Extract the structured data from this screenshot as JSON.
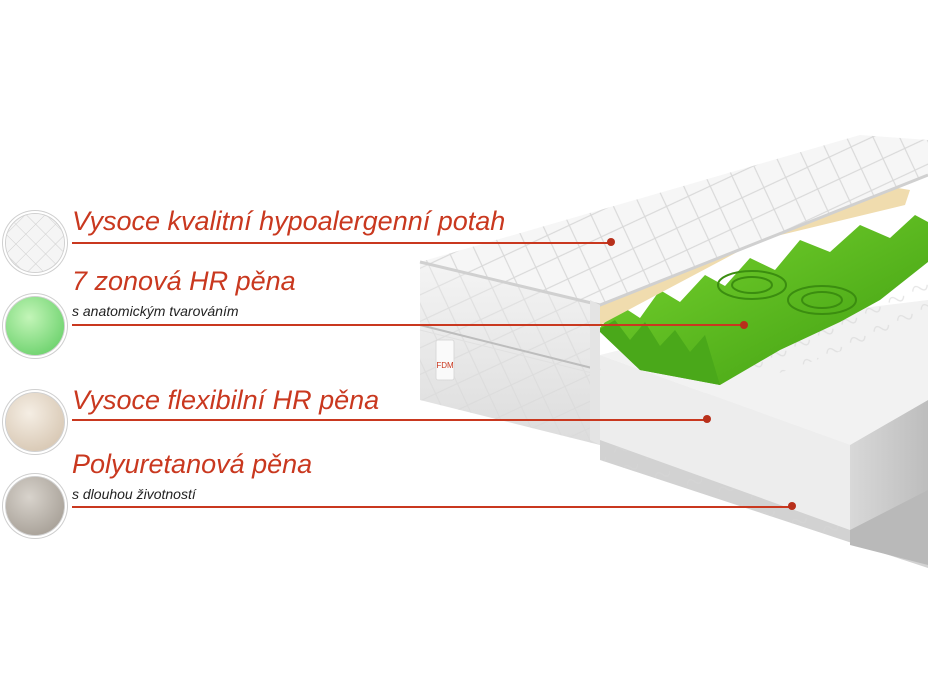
{
  "layers": [
    {
      "id": "cover",
      "title": "Vysoce kvalitní hypoalergenní potah",
      "subtitle": "",
      "swatch_color": "#f2f2f2",
      "swatch_icon": "quilted-fabric-swatch-icon"
    },
    {
      "id": "zone-foam",
      "title": "7 zonová HR pěna",
      "subtitle": "s anatomickým tvarováním",
      "swatch_color": "#9ee89e",
      "swatch_icon": "green-foam-swatch-icon"
    },
    {
      "id": "flex-foam",
      "title": "Vysoce flexibilní HR pěna",
      "subtitle": "",
      "swatch_color": "#e8ddd0",
      "swatch_icon": "beige-foam-swatch-icon"
    },
    {
      "id": "pu-foam",
      "title": "Polyuretanová pěna",
      "subtitle": "s dlouhou životností",
      "swatch_color": "#c6c0b8",
      "swatch_icon": "grey-foam-swatch-icon"
    }
  ],
  "brand_label": "FDM",
  "colors": {
    "accent": "#c9381f",
    "green_foam": "#5cc31c",
    "cover": "#f5f5f5",
    "grey_foam": "#cfcfcf"
  }
}
